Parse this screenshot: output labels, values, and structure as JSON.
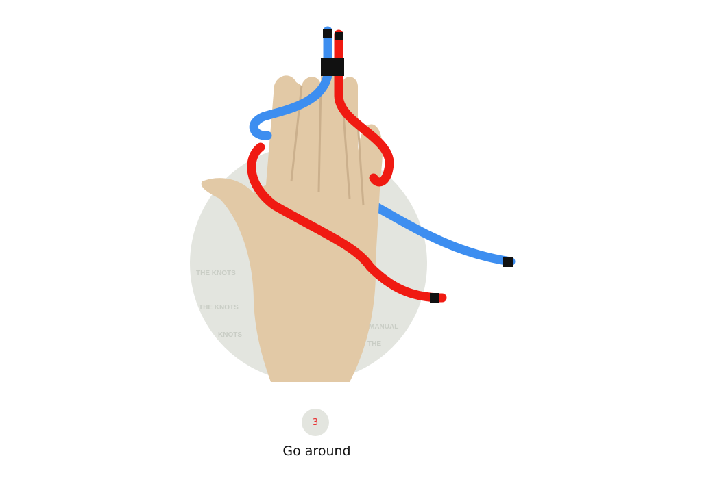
{
  "step": {
    "number": "3",
    "label": "Go around"
  },
  "watermark": "THE KNOTS MANUAL",
  "colors": {
    "rope_blue": "#3d8ef0",
    "rope_red": "#f01a12",
    "skin": "#e2c9a6",
    "backdrop": "#e3e5df",
    "step_number": "#e8282a"
  }
}
